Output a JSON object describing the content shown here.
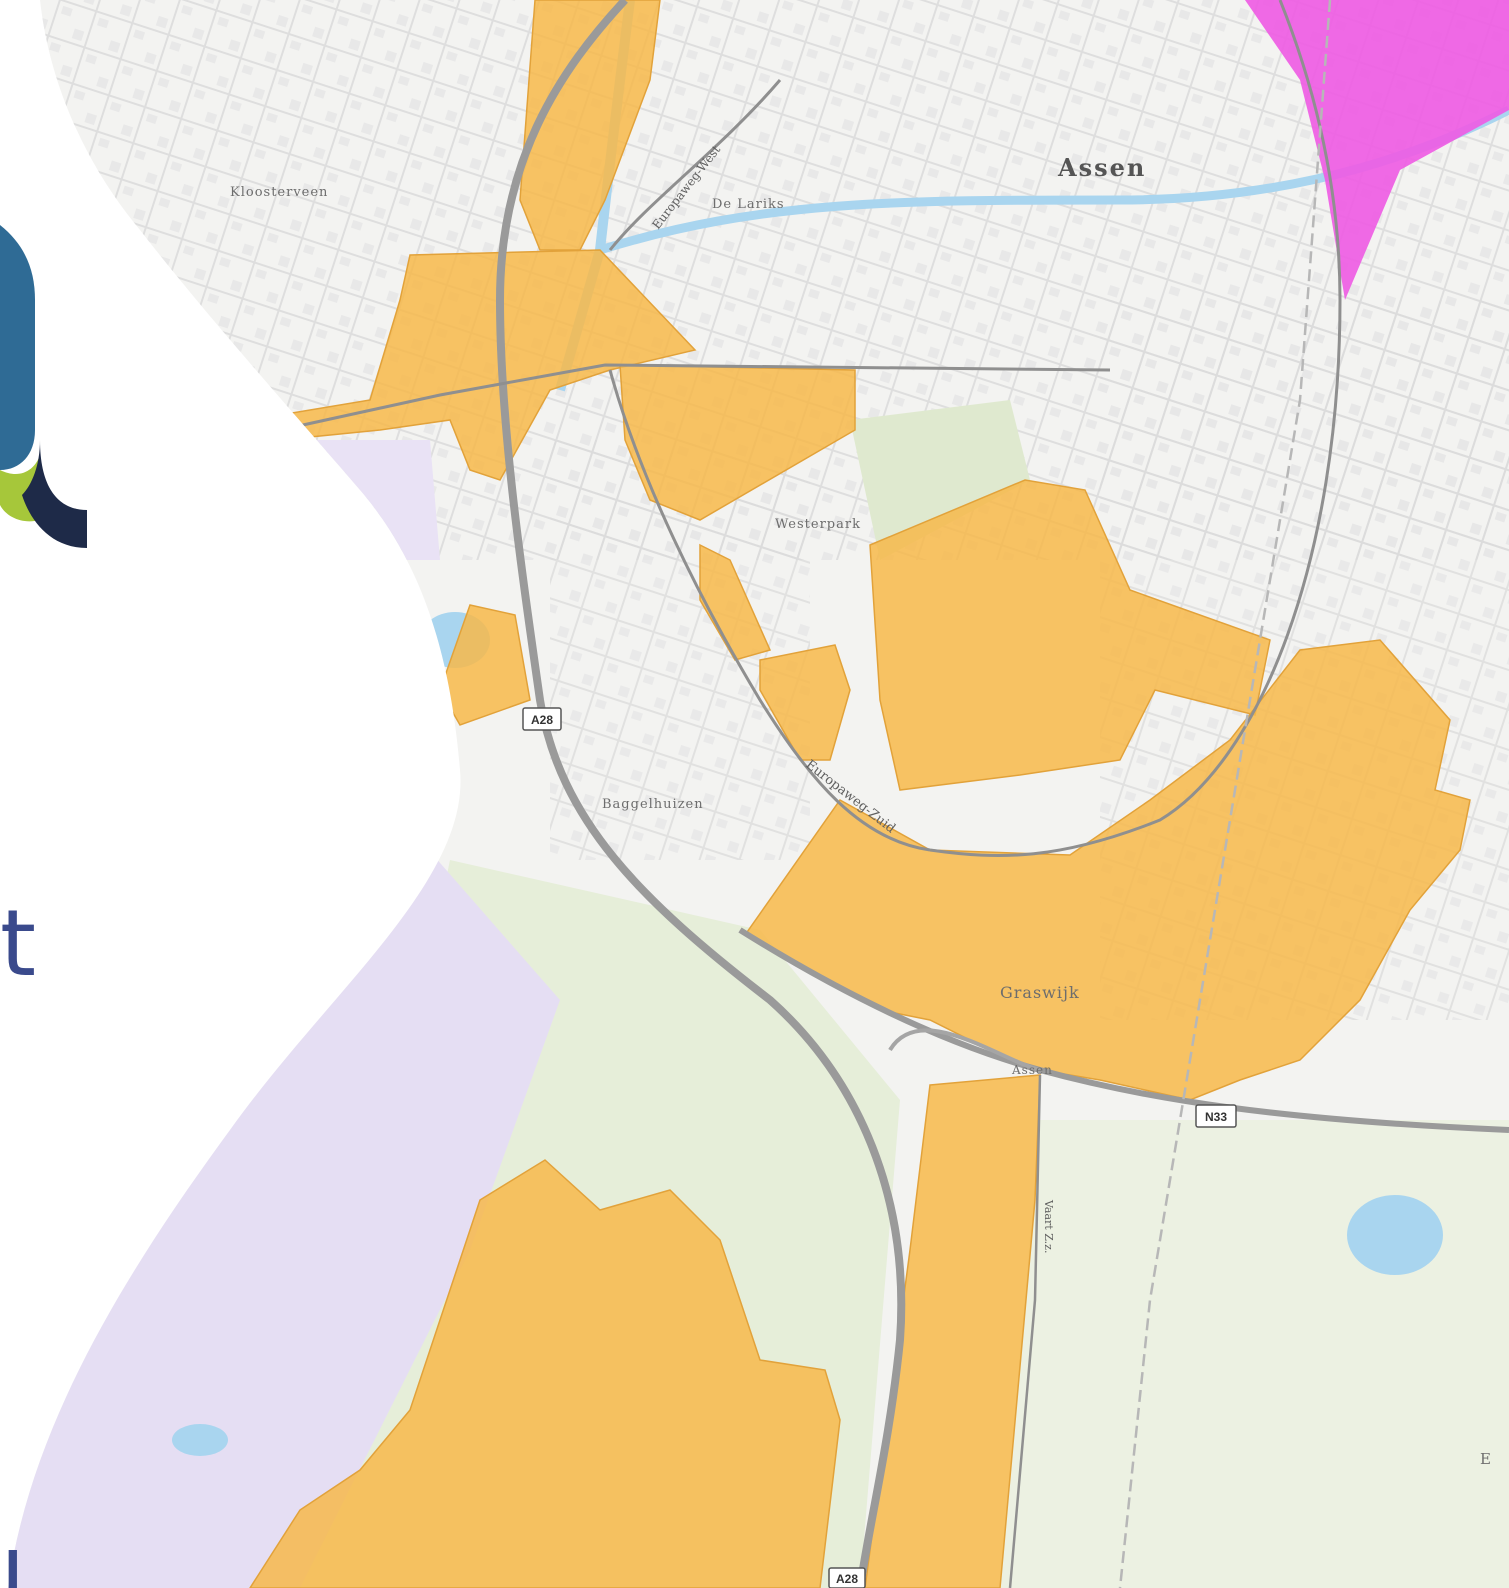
{
  "map": {
    "places": {
      "assen": "Assen",
      "kloosterveen": "Kloosterveen",
      "de_lariks": "De Lariks",
      "westerpark": "Westerpark",
      "baggelhuizen": "Baggelhuizen",
      "graswijk": "Graswijk",
      "assen_junction": "Assen",
      "edge_letter": "E"
    },
    "streets": {
      "europaweg_west": "Europaweg-West",
      "europaweg_zuid": "Europaweg-Zuid",
      "vaart": "Vaart Z.z."
    },
    "road_shields": {
      "a28_top": "A28",
      "a28_bottom": "A28",
      "n33": "N33"
    },
    "colors": {
      "base": "#f3f3f1",
      "zone_orange": "#f7b84a",
      "zone_magenta": "#ee5ae3",
      "highway": "#9a9a9a",
      "water": "#a9d5ef",
      "green": "#dfe9cf",
      "lilac": "#e5def3"
    }
  },
  "slide": {
    "partial_text": "t",
    "partial_text_bottom": "l",
    "logo_colors": {
      "blue": "#2f6b95",
      "lime": "#a6c73a",
      "navy": "#1e2a48"
    }
  }
}
